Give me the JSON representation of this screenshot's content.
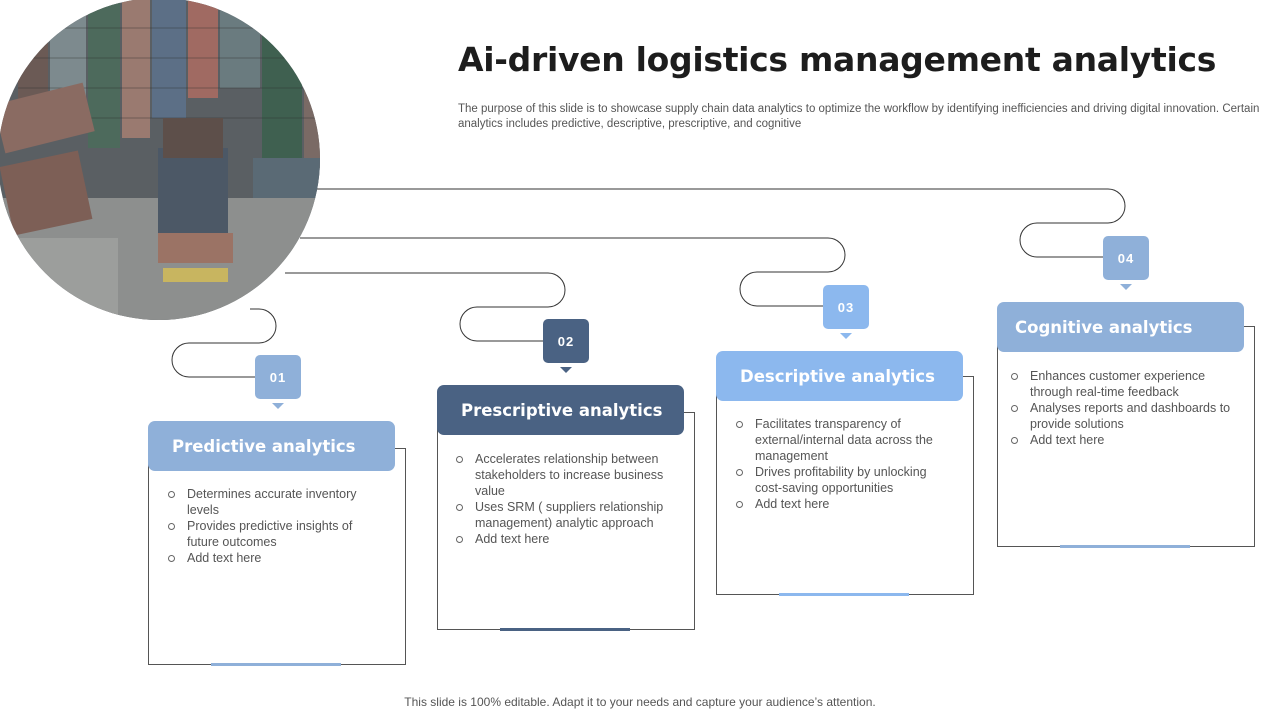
{
  "title": "Ai-driven logistics management analytics",
  "subtitle": "The purpose of this slide is to showcase supply chain data analytics to optimize the workflow by identifying inefficiencies and driving digital innovation. Certain analytics includes predictive, descriptive, prescriptive, and cognitive",
  "footer": "This slide is 100% editable. Adapt it to your needs and capture your audience’s attention.",
  "colors": {
    "light_blue": "#8fb0d9",
    "dark_blue": "#4a6283",
    "sky_blue": "#8cb8ee"
  },
  "cards": [
    {
      "number": "01",
      "heading": "Predictive analytics",
      "color": "#8fb0d9",
      "bullets": [
        "Determines accurate inventory levels",
        "Provides predictive insights of future outcomes",
        "Add text here"
      ]
    },
    {
      "number": "02",
      "heading": "Prescriptive analytics",
      "color": "#4a6283",
      "bullets": [
        "Accelerates relationship between stakeholders to increase business value",
        "Uses SRM ( suppliers relationship management) analytic approach",
        "Add text here"
      ]
    },
    {
      "number": "03",
      "heading": "Descriptive analytics",
      "color": "#8cb8ee",
      "bullets": [
        "Facilitates transparency of external/internal data across the management",
        "Drives profitability by unlocking cost-saving opportunities",
        "Add text here"
      ]
    },
    {
      "number": "04",
      "heading": "Cognitive analytics",
      "color": "#8fb0d9",
      "bullets": [
        "Enhances customer experience through real-time feedback",
        "Analyses reports and dashboards to provide solutions",
        "Add text here"
      ]
    }
  ]
}
